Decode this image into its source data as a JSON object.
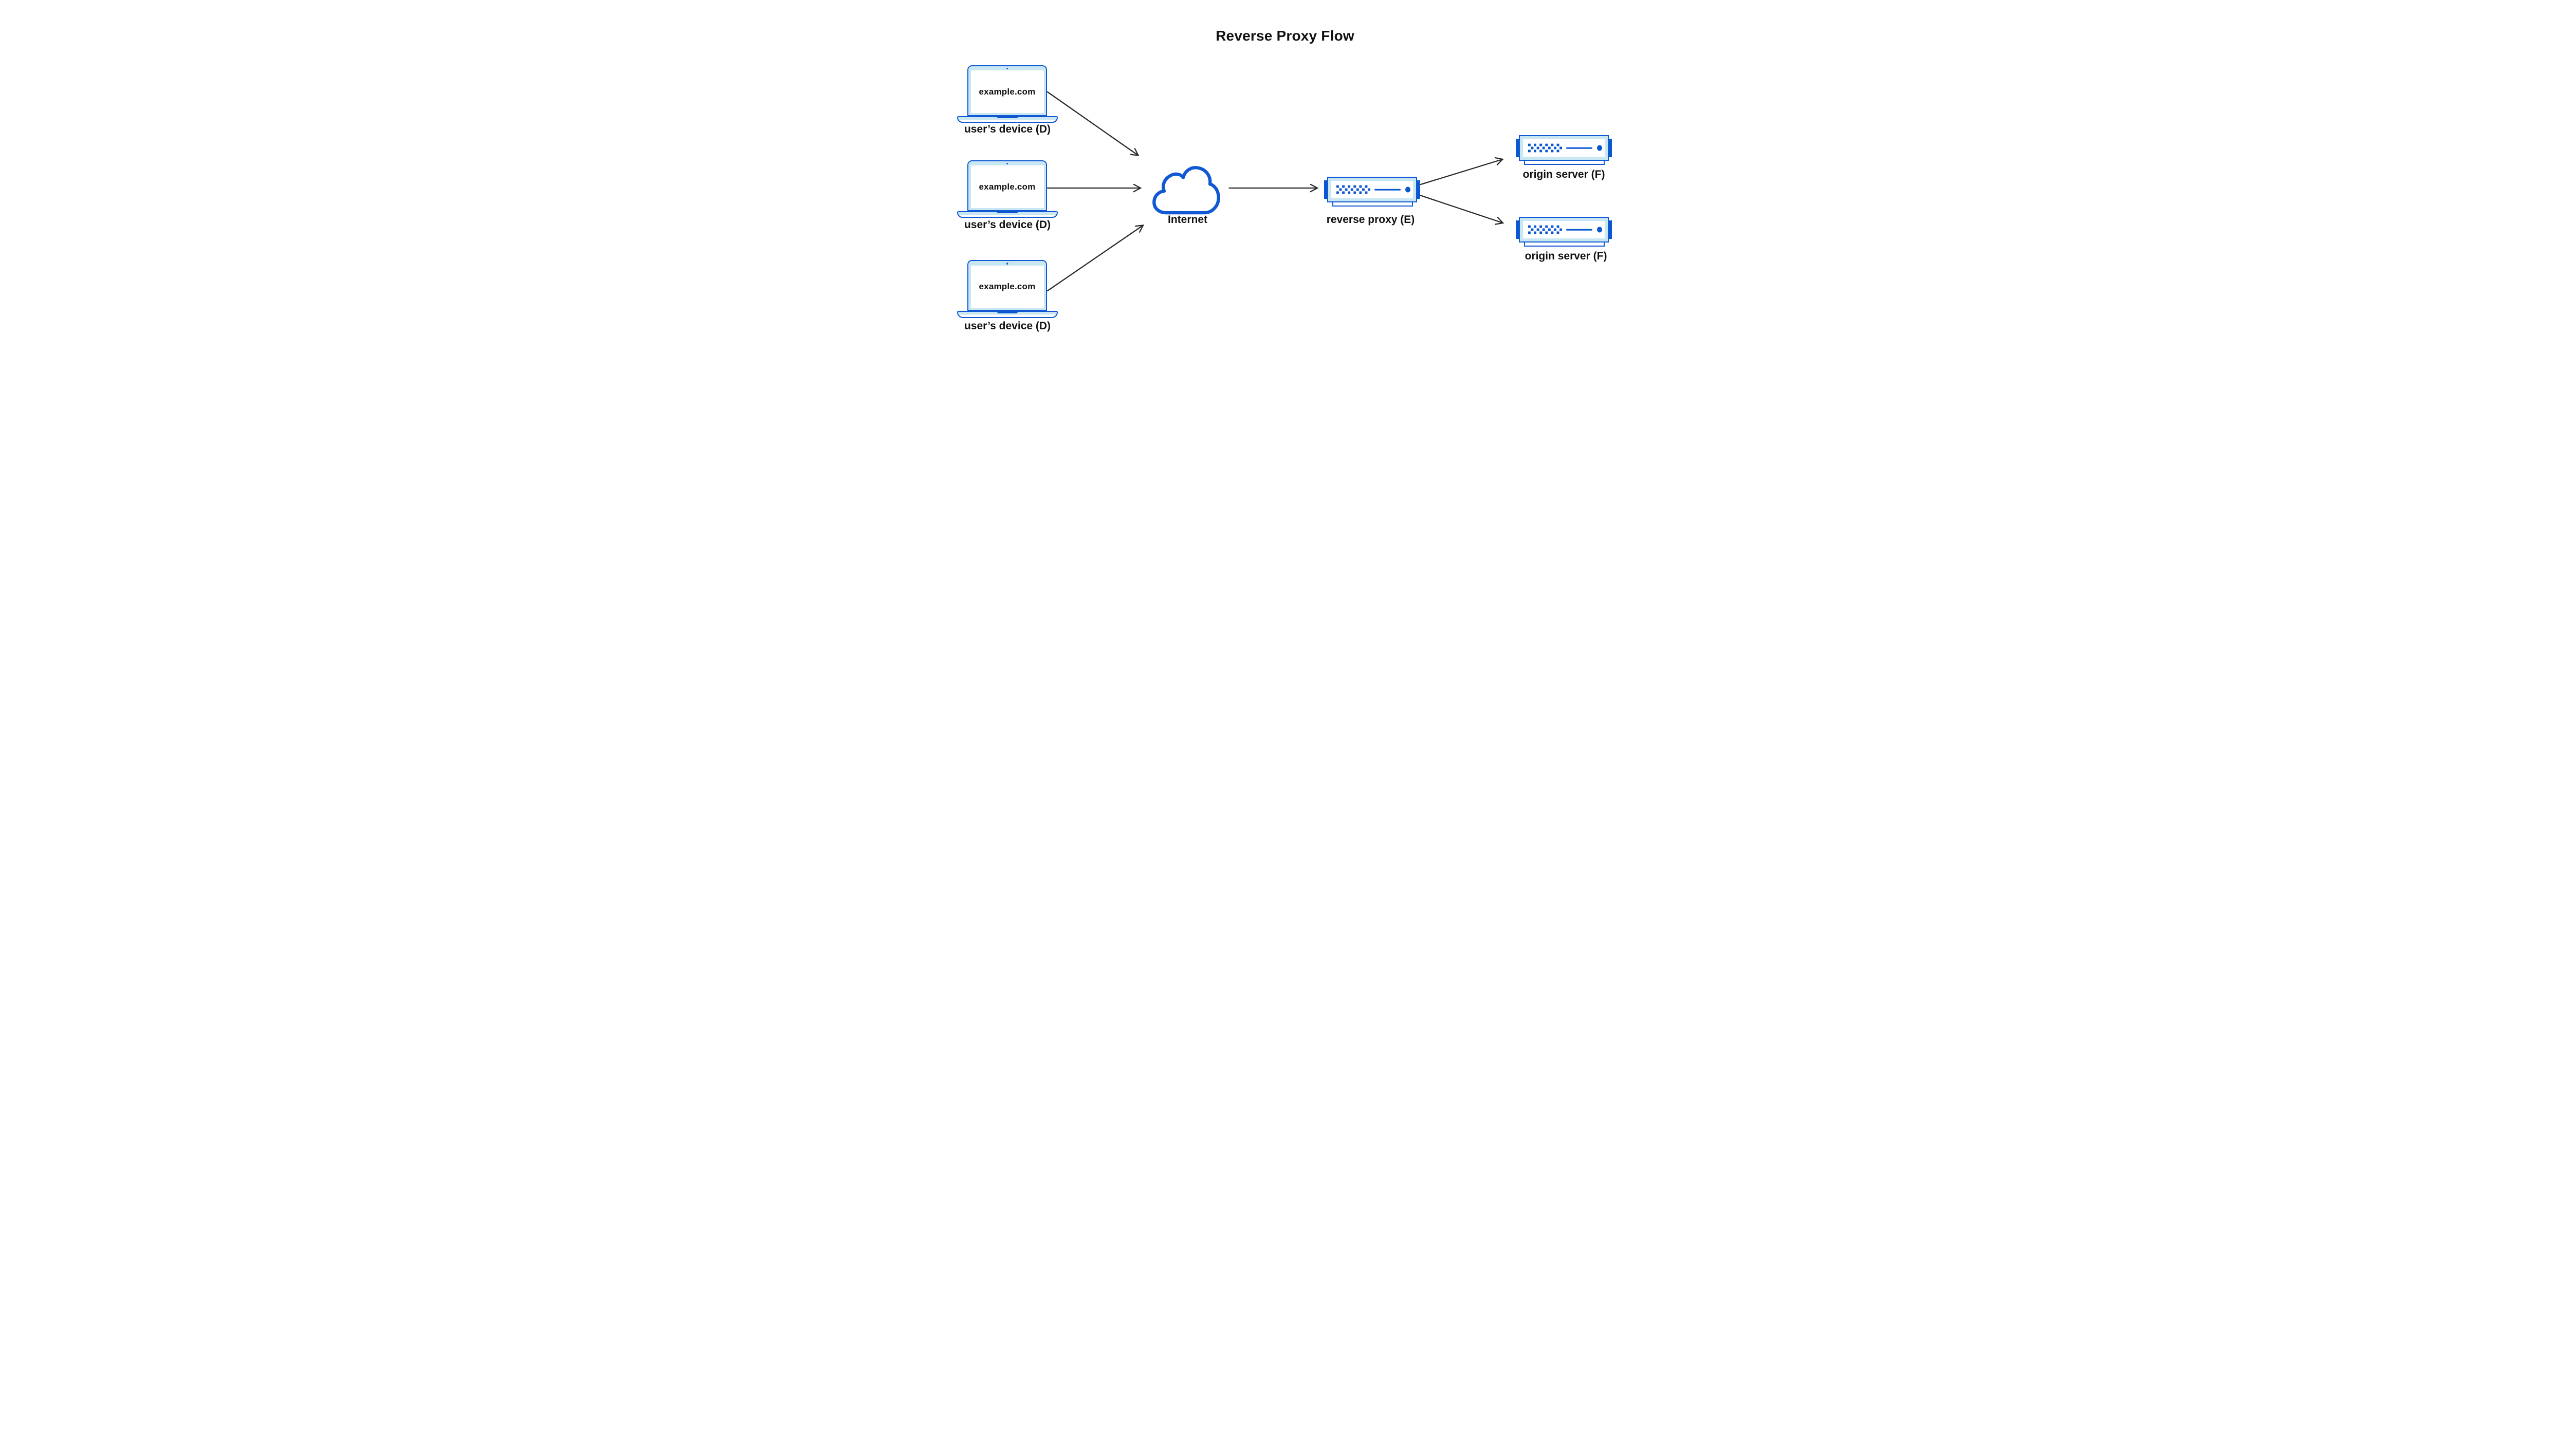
{
  "title": "Reverse Proxy Flow",
  "colors": {
    "outline_blue": "#1158d4",
    "solid_blue": "#0b57d0",
    "light_blue": "#c9e7f3",
    "arrow_color": "#2b2b2b",
    "text_color": "#111111",
    "bg_color": "#ffffff"
  },
  "devices": [
    {
      "screen_text": "example.com",
      "label": "user’s device (D)"
    },
    {
      "screen_text": "example.com",
      "label": "user’s device (D)"
    },
    {
      "screen_text": "example.com",
      "label": "user’s device (D)"
    }
  ],
  "internet": {
    "label": "Internet"
  },
  "reverse_proxy": {
    "label": "reverse proxy (E)"
  },
  "origin_servers": [
    {
      "label": "origin server (F)"
    },
    {
      "label": "origin server (F)"
    }
  ],
  "connections": [
    {
      "from": "user-device-1",
      "to": "internet"
    },
    {
      "from": "user-device-2",
      "to": "internet"
    },
    {
      "from": "user-device-3",
      "to": "internet"
    },
    {
      "from": "internet",
      "to": "reverse-proxy"
    },
    {
      "from": "reverse-proxy",
      "to": "origin-server-1"
    },
    {
      "from": "reverse-proxy",
      "to": "origin-server-2"
    }
  ]
}
